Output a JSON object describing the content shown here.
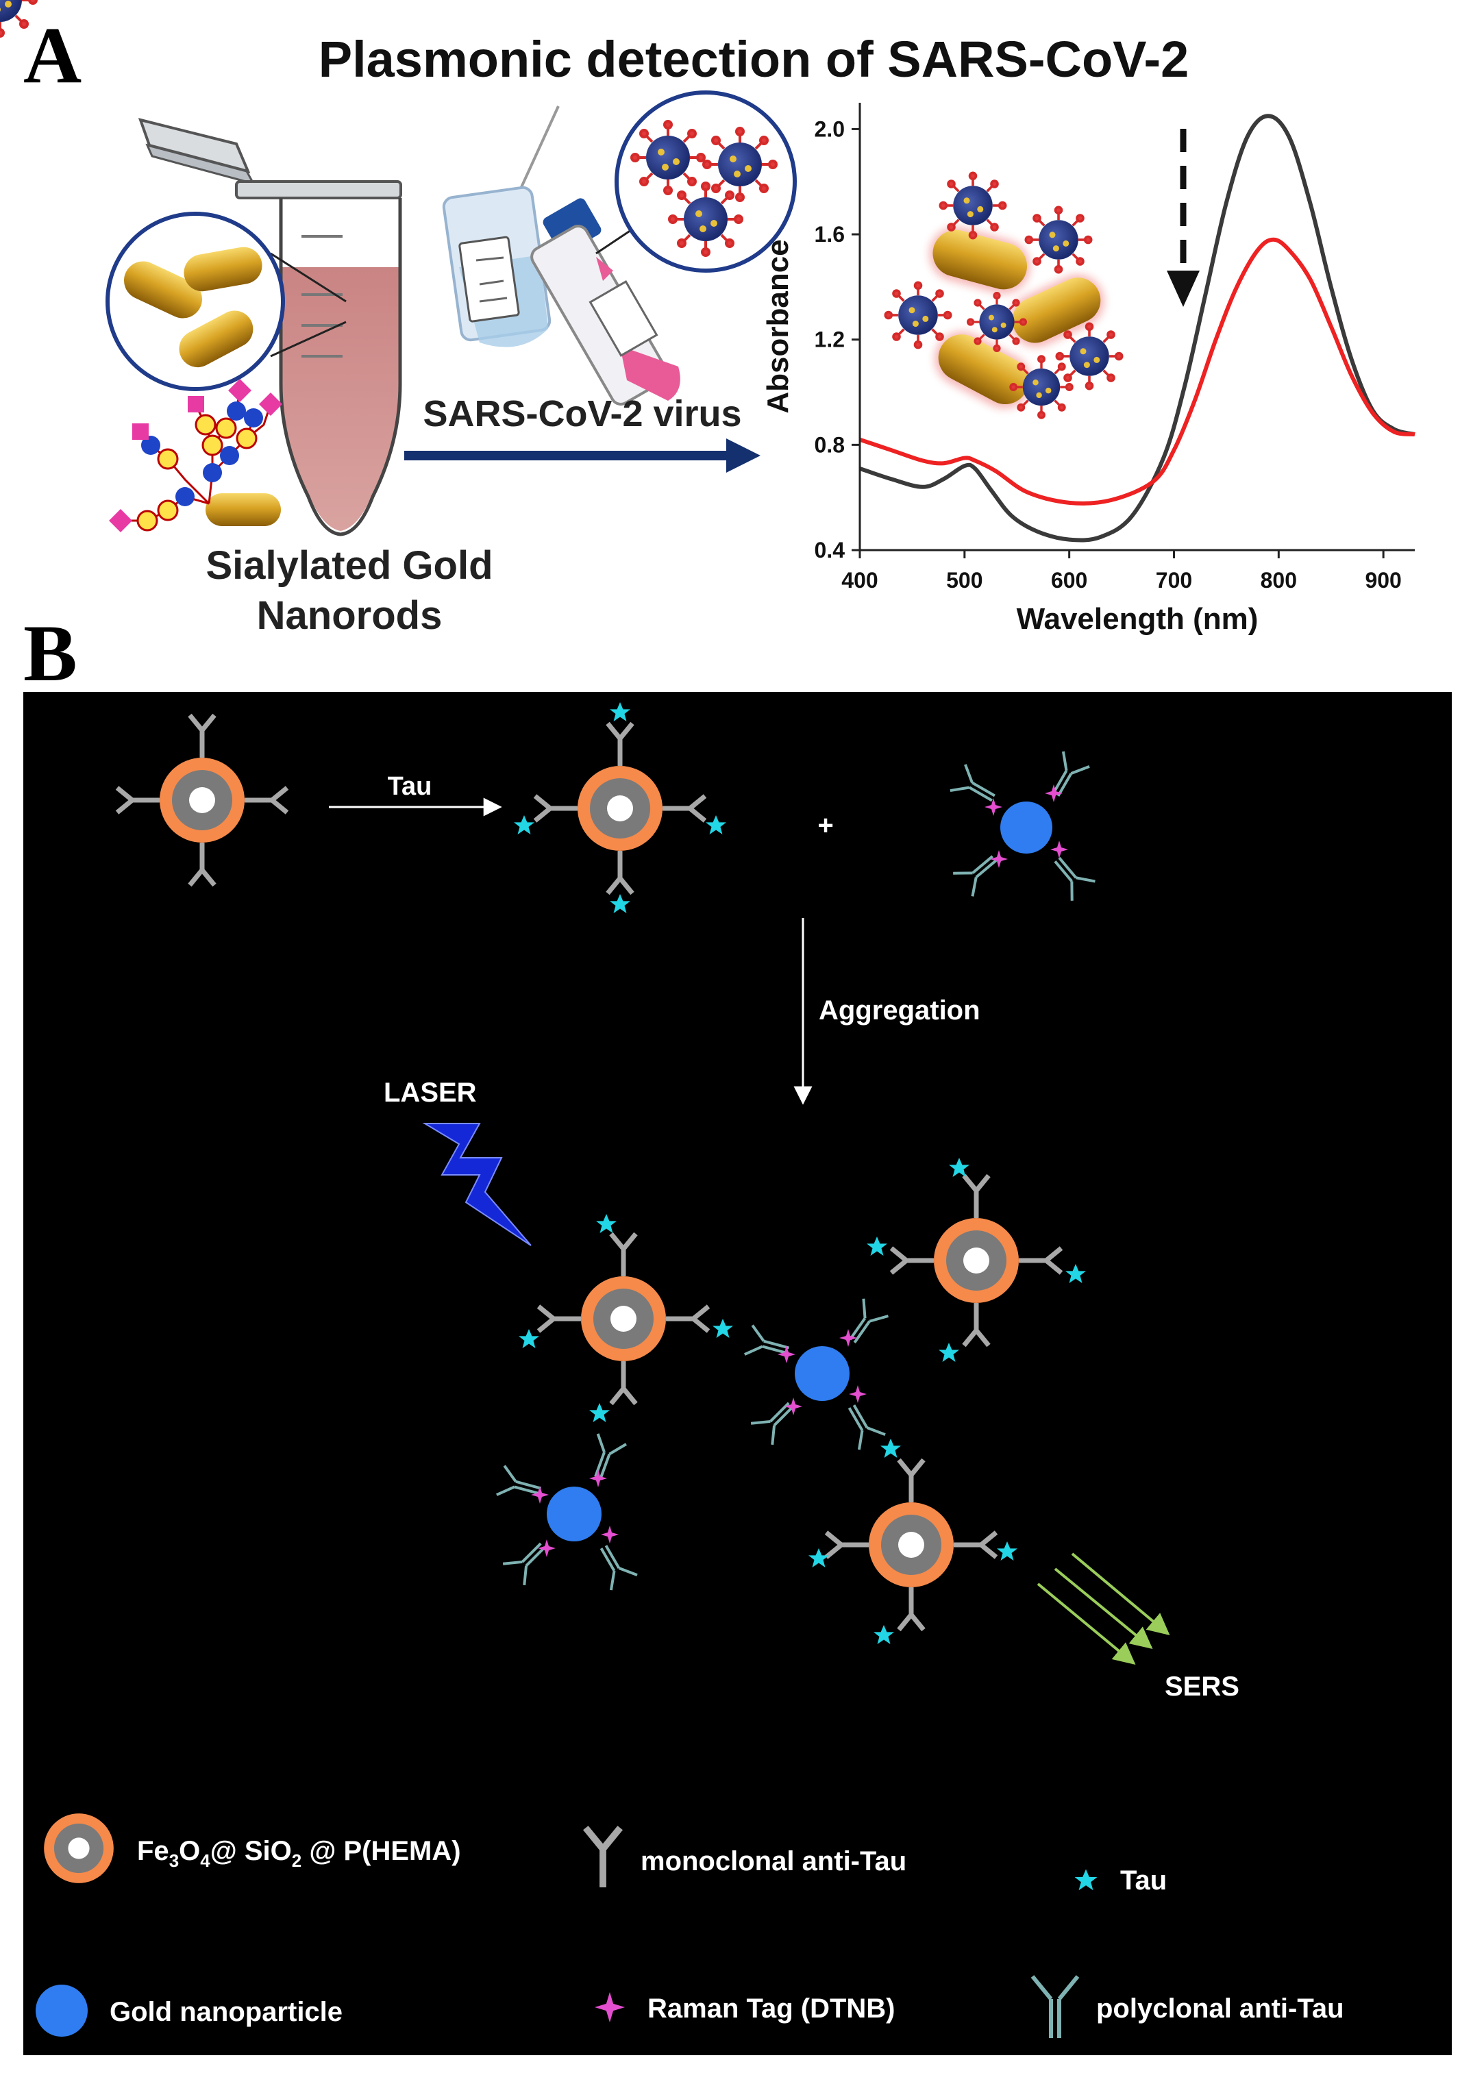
{
  "panel_a": {
    "letter": "A",
    "title": "Plasmonic detection of SARS-CoV-2",
    "arrow_label": "SARS-CoV-2 virus",
    "nanorods_label_line1": "Sialylated Gold",
    "nanorods_label_line2": "Nanorods"
  },
  "panel_b": {
    "letter": "B",
    "tau_label": "Tau",
    "plus": "+",
    "aggregation_label": "Aggregation",
    "laser_label": "LASER",
    "sers_label": "SERS",
    "legend": {
      "core_shell_prefix": "Fe",
      "core_shell_sub1": "3",
      "core_shell_mid": "O",
      "core_shell_sub2": "4",
      "core_shell_suffix": "@ SiO",
      "core_shell_sub3": "2",
      "core_shell_end": " @ P(HEMA)",
      "monoclonal": "monoclonal anti-Tau",
      "tau": "Tau",
      "gold_np": "Gold nanoparticle",
      "raman_tag": "Raman Tag (DTNB)",
      "polyclonal": "polyclonal anti-Tau"
    },
    "colors": {
      "core_shell_orange": "#f58a4b",
      "core_gray": "#7a7a7a",
      "gold_np_blue": "#2f7df0",
      "tau_cyan": "#22d6e6",
      "raman_magenta": "#e44fd0",
      "antibody_gray": "#a8a8a8",
      "polyclonal_teal": "#7fb2b2",
      "laser_blue": "#1428d8",
      "sers_green": "#9acd5a"
    }
  },
  "chart_data": {
    "type": "line",
    "title": "",
    "xlabel": "Wavelength (nm)",
    "ylabel": "Absorbance",
    "xlim": [
      400,
      930
    ],
    "ylim": [
      0.4,
      2.1
    ],
    "xticks": [
      400,
      500,
      600,
      700,
      800,
      900
    ],
    "yticks": [
      0.4,
      0.8,
      1.2,
      1.6,
      2.0
    ],
    "grid": false,
    "series": [
      {
        "color": "#3a3a3a",
        "x": [
          400,
          430,
          460,
          480,
          500,
          510,
          525,
          545,
          570,
          600,
          630,
          660,
          690,
          710,
          730,
          750,
          770,
          790,
          810,
          830,
          850,
          870,
          890,
          910,
          930
        ],
        "y": [
          0.71,
          0.67,
          0.64,
          0.67,
          0.72,
          0.71,
          0.63,
          0.53,
          0.47,
          0.44,
          0.45,
          0.53,
          0.75,
          1.02,
          1.37,
          1.72,
          1.97,
          2.05,
          1.97,
          1.72,
          1.4,
          1.12,
          0.93,
          0.86,
          0.84
        ]
      },
      {
        "color": "#ee2222",
        "x": [
          400,
          430,
          460,
          480,
          500,
          510,
          530,
          560,
          600,
          640,
          680,
          700,
          720,
          740,
          760,
          780,
          795,
          810,
          830,
          850,
          870,
          890,
          910,
          930
        ],
        "y": [
          0.82,
          0.78,
          0.74,
          0.73,
          0.75,
          0.74,
          0.7,
          0.62,
          0.58,
          0.59,
          0.66,
          0.78,
          0.97,
          1.2,
          1.4,
          1.54,
          1.58,
          1.54,
          1.43,
          1.25,
          1.06,
          0.92,
          0.85,
          0.84
        ]
      }
    ]
  }
}
